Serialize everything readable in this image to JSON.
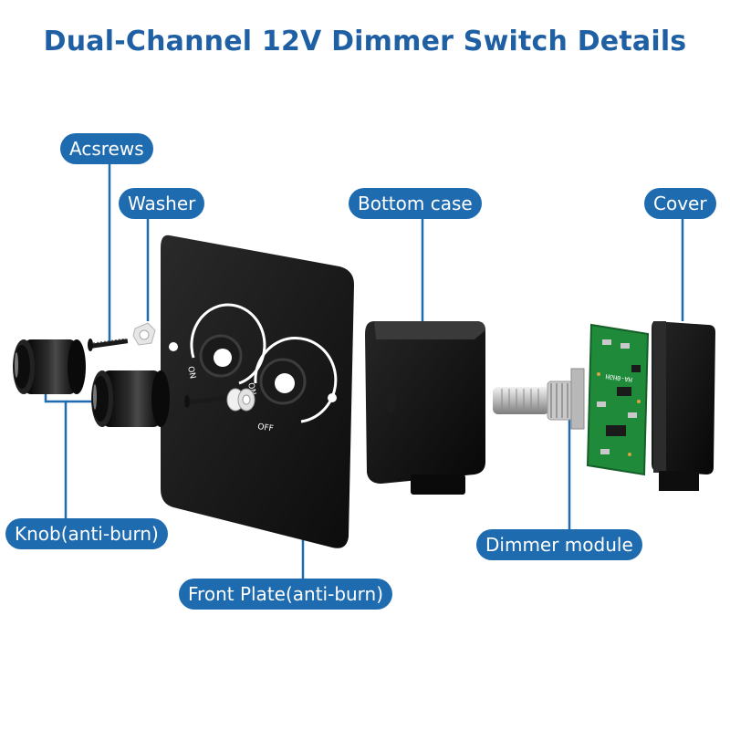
{
  "title": "Dual-Channel 12V Dimmer Switch Details",
  "accent_color": "#1f6bb0",
  "title_color": "#1f5fa3",
  "labels": {
    "acsrews": "Acsrews",
    "washer": "Washer",
    "bottom_case": "Bottom case",
    "cover": "Cover",
    "knob": "Knob(anti-burn)",
    "front_plate": "Front Plate(anti-burn)",
    "dimmer_module": "Dimmer module"
  },
  "plate_markings": {
    "on_left": "ON",
    "on_right": "ON",
    "off": "OFF"
  },
  "pcb_marking": "HGH0-AH"
}
